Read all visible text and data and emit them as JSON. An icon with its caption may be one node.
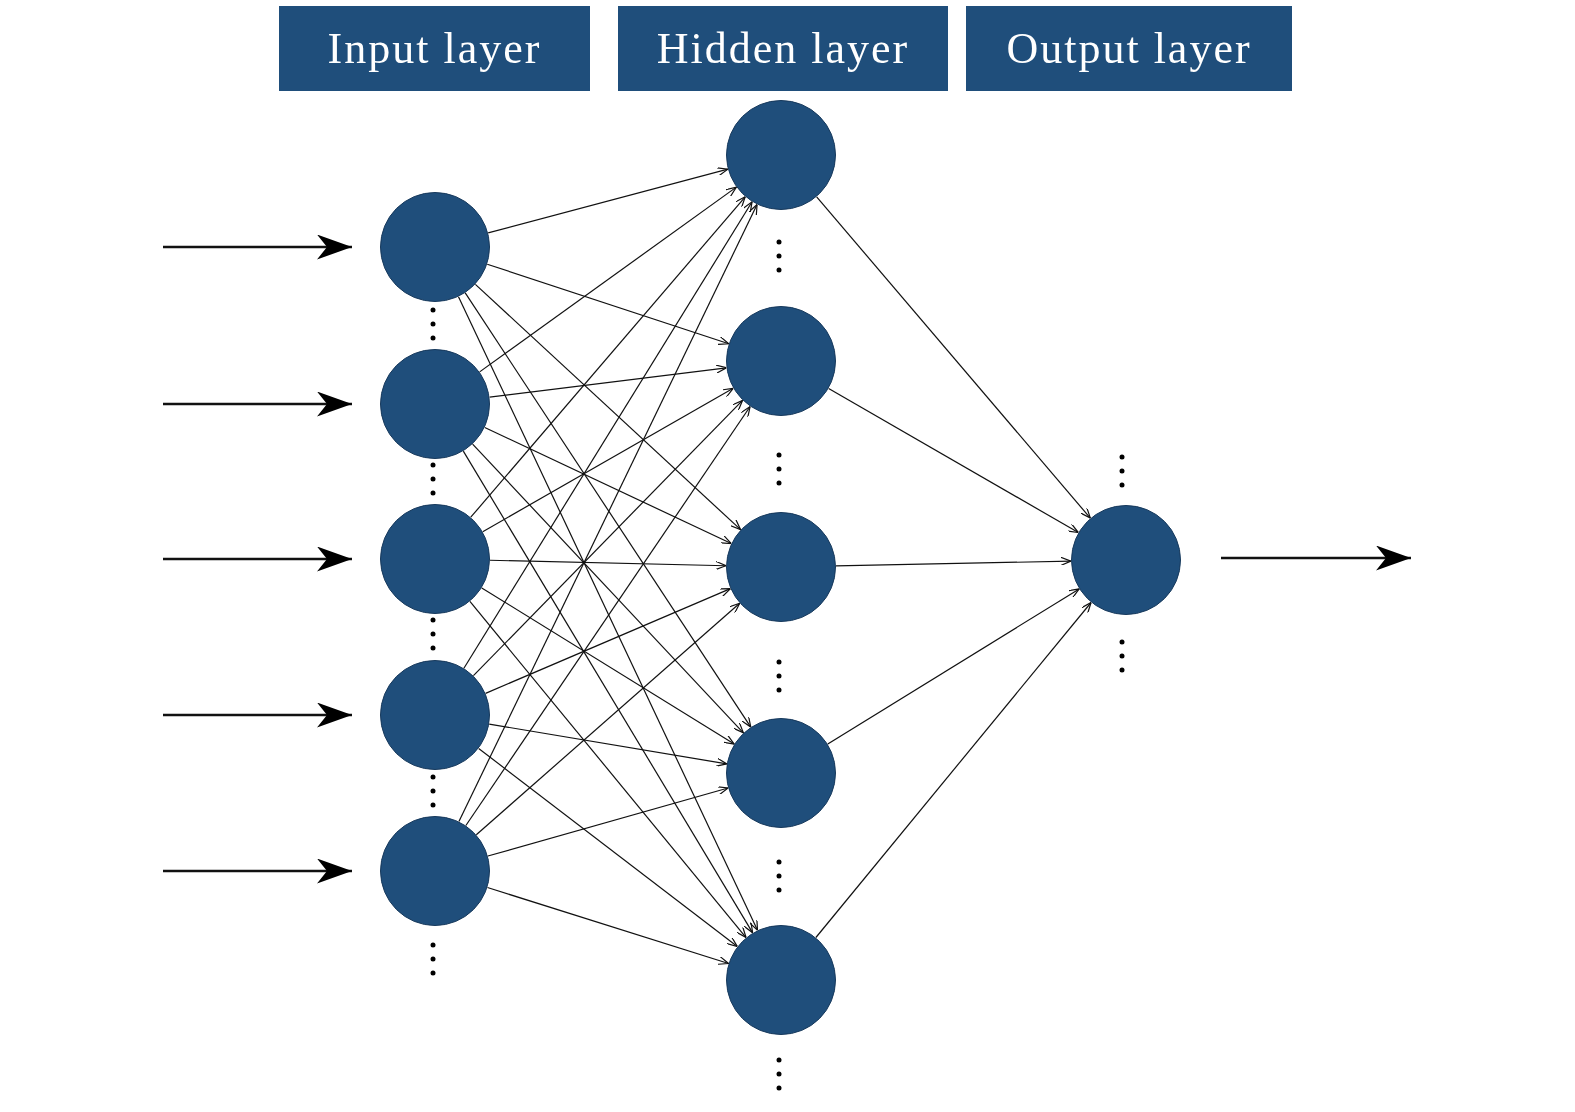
{
  "diagram": {
    "nodes": [
      {
        "text": [
          "Input layer"
        ]
      },
      {
        "text": [
          "Hidden layer"
        ]
      },
      {
        "text": [
          "Output layer"
        ]
      },
      {
        "text": [],
        "shape": "circle"
      },
      {
        "text": [],
        "shape": "circle"
      },
      {
        "text": [],
        "shape": "circle"
      },
      {
        "text": [],
        "shape": "circle"
      },
      {
        "text": [],
        "shape": "circle"
      },
      {
        "text": [],
        "shape": "circle"
      },
      {
        "text": [],
        "shape": "circle"
      },
      {
        "text": [],
        "shape": "circle"
      },
      {
        "text": [],
        "shape": "circle"
      },
      {
        "text": [],
        "shape": "circle"
      },
      {
        "text": [],
        "shape": "circle"
      }
    ],
    "edges": [
      {
        "from": null,
        "to": 3,
        "arrow": "to"
      },
      {
        "from": null,
        "to": 4,
        "arrow": "to"
      },
      {
        "from": null,
        "to": 5,
        "arrow": "to"
      },
      {
        "from": null,
        "to": 6,
        "arrow": "to"
      },
      {
        "from": null,
        "to": 7,
        "arrow": "to"
      },
      {
        "from": 3,
        "to": 8,
        "arrow": "to"
      },
      {
        "from": 3,
        "to": 9,
        "arrow": "to"
      },
      {
        "from": 3,
        "to": 10,
        "arrow": "to"
      },
      {
        "from": 3,
        "to": 11,
        "arrow": "to"
      },
      {
        "from": 3,
        "to": 12,
        "arrow": "to"
      },
      {
        "from": 4,
        "to": 8,
        "arrow": "to"
      },
      {
        "from": 4,
        "to": 9,
        "arrow": "to"
      },
      {
        "from": 4,
        "to": 10,
        "arrow": "to"
      },
      {
        "from": 4,
        "to": 11,
        "arrow": "to"
      },
      {
        "from": 4,
        "to": 12,
        "arrow": "to"
      },
      {
        "from": 5,
        "to": 8,
        "arrow": "to"
      },
      {
        "from": 5,
        "to": 9,
        "arrow": "to"
      },
      {
        "from": 5,
        "to": 10,
        "arrow": "to"
      },
      {
        "from": 5,
        "to": 11,
        "arrow": "to"
      },
      {
        "from": 5,
        "to": 12,
        "arrow": "to"
      },
      {
        "from": 6,
        "to": 8,
        "arrow": "to"
      },
      {
        "from": 6,
        "to": 9,
        "arrow": "to"
      },
      {
        "from": 6,
        "to": 10,
        "arrow": "to"
      },
      {
        "from": 6,
        "to": 11,
        "arrow": "to"
      },
      {
        "from": 6,
        "to": 12,
        "arrow": "to"
      },
      {
        "from": 7,
        "to": 8,
        "arrow": "to"
      },
      {
        "from": 7,
        "to": 9,
        "arrow": "to"
      },
      {
        "from": 7,
        "to": 10,
        "arrow": "to"
      },
      {
        "from": 7,
        "to": 11,
        "arrow": "to"
      },
      {
        "from": 7,
        "to": 12,
        "arrow": "to"
      },
      {
        "from": 8,
        "to": 13,
        "arrow": "to"
      },
      {
        "from": 9,
        "to": 13,
        "arrow": "to"
      },
      {
        "from": 10,
        "to": 13,
        "arrow": "to"
      },
      {
        "from": 11,
        "to": 13,
        "arrow": "to"
      },
      {
        "from": 12,
        "to": 13,
        "arrow": "to"
      },
      {
        "from": 13,
        "to": null,
        "arrow": "to"
      }
    ]
  }
}
